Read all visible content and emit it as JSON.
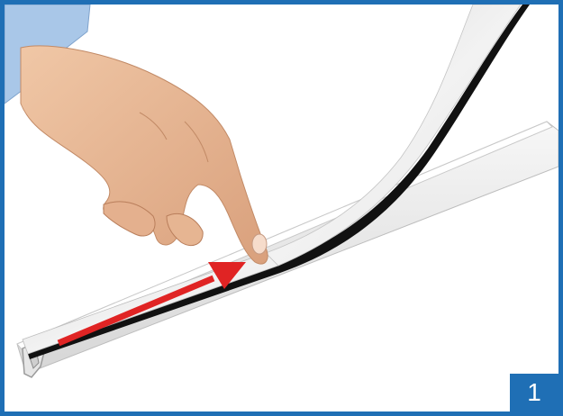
{
  "step": {
    "number": "1"
  },
  "colors": {
    "frame": "#1f6fb5",
    "badge_background": "#1f6fb5",
    "badge_text": "#ffffff",
    "arrow": "#e02424",
    "profile": "#eeeeee",
    "tape_liner": "#e8e8e8",
    "tape_adhesive": "#111111",
    "skin": "#e8b995",
    "sleeve": "#a9c7e8"
  },
  "icons": {
    "direction_arrow": "arrow-right-up",
    "hand": "pointing-hand"
  }
}
